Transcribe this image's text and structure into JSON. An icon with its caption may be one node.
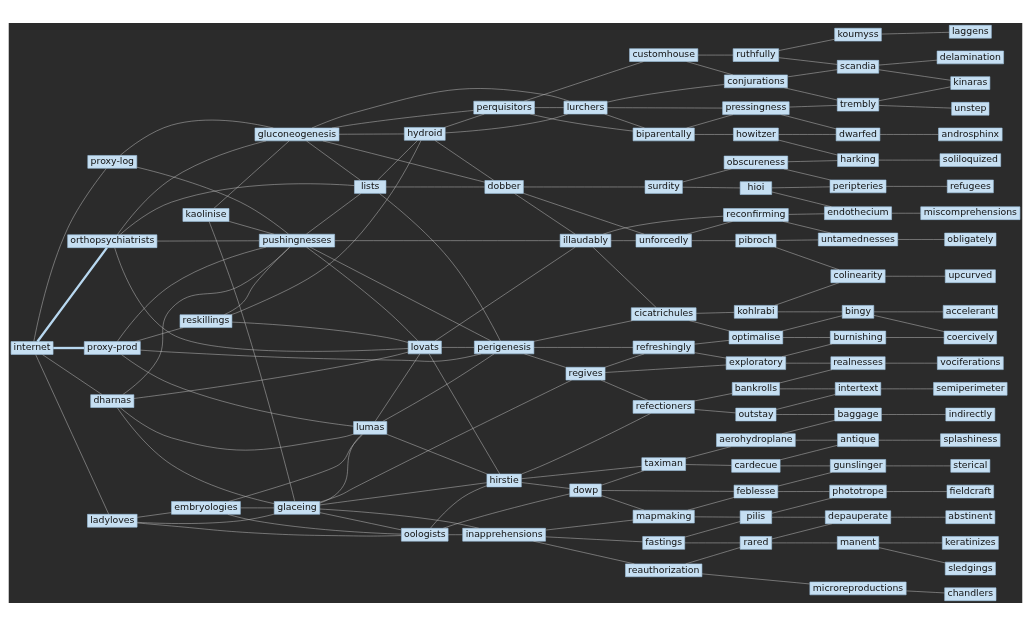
{
  "diagram": {
    "nodes": [
      {
        "text": [
          "internet"
        ]
      },
      {
        "text": [
          "proxy-log"
        ]
      },
      {
        "text": [
          "orthopsychiatrists"
        ]
      },
      {
        "text": [
          "proxy-prod"
        ]
      },
      {
        "text": [
          "dharnas"
        ]
      },
      {
        "text": [
          "ladyloves"
        ]
      },
      {
        "text": [
          "kaolinise"
        ]
      },
      {
        "text": [
          "reskillings"
        ]
      },
      {
        "text": [
          "embryologies"
        ]
      },
      {
        "text": [
          "gluconeogenesis"
        ]
      },
      {
        "text": [
          "pushingnesses"
        ]
      },
      {
        "text": [
          "glaceing"
        ]
      },
      {
        "text": [
          "lists"
        ]
      },
      {
        "text": [
          "lumas"
        ]
      },
      {
        "text": [
          "hydroid"
        ]
      },
      {
        "text": [
          "lovats"
        ]
      },
      {
        "text": [
          "oologists"
        ]
      },
      {
        "text": [
          "perquisitors"
        ]
      },
      {
        "text": [
          "dobber"
        ]
      },
      {
        "text": [
          "perigenesis"
        ]
      },
      {
        "text": [
          "hirstie"
        ]
      },
      {
        "text": [
          "inapprehensions"
        ]
      },
      {
        "text": [
          "lurchers"
        ]
      },
      {
        "text": [
          "illaudably"
        ]
      },
      {
        "text": [
          "regives"
        ]
      },
      {
        "text": [
          "dowp"
        ]
      },
      {
        "text": [
          "customhouse"
        ]
      },
      {
        "text": [
          "biparentally"
        ]
      },
      {
        "text": [
          "surdity"
        ]
      },
      {
        "text": [
          "unforcedly"
        ]
      },
      {
        "text": [
          "cicatrichules"
        ]
      },
      {
        "text": [
          "refreshingly"
        ]
      },
      {
        "text": [
          "refectioners"
        ]
      },
      {
        "text": [
          "taximan"
        ]
      },
      {
        "text": [
          "mapmaking"
        ]
      },
      {
        "text": [
          "fastings"
        ]
      },
      {
        "text": [
          "reauthorization"
        ]
      },
      {
        "text": [
          "ruthfully"
        ]
      },
      {
        "text": [
          "conjurations"
        ]
      },
      {
        "text": [
          "pressingness"
        ]
      },
      {
        "text": [
          "howitzer"
        ]
      },
      {
        "text": [
          "obscureness"
        ]
      },
      {
        "text": [
          "hioi"
        ]
      },
      {
        "text": [
          "reconfirming"
        ]
      },
      {
        "text": [
          "pibroch"
        ]
      },
      {
        "text": [
          "kohlrabi"
        ]
      },
      {
        "text": [
          "optimalise"
        ]
      },
      {
        "text": [
          "exploratory"
        ]
      },
      {
        "text": [
          "bankrolls"
        ]
      },
      {
        "text": [
          "outstay"
        ]
      },
      {
        "text": [
          "aerohydroplane"
        ]
      },
      {
        "text": [
          "cardecue"
        ]
      },
      {
        "text": [
          "feblesse"
        ]
      },
      {
        "text": [
          "pilis"
        ]
      },
      {
        "text": [
          "rared"
        ]
      },
      {
        "text": [
          "koumyss"
        ]
      },
      {
        "text": [
          "scandia"
        ]
      },
      {
        "text": [
          "trembly"
        ]
      },
      {
        "text": [
          "dwarfed"
        ]
      },
      {
        "text": [
          "harking"
        ]
      },
      {
        "text": [
          "peripteries"
        ]
      },
      {
        "text": [
          "endothecium"
        ]
      },
      {
        "text": [
          "untamednesses"
        ]
      },
      {
        "text": [
          "colinearity"
        ]
      },
      {
        "text": [
          "bingy"
        ]
      },
      {
        "text": [
          "burnishing"
        ]
      },
      {
        "text": [
          "realnesses"
        ]
      },
      {
        "text": [
          "intertext"
        ]
      },
      {
        "text": [
          "baggage"
        ]
      },
      {
        "text": [
          "antique"
        ]
      },
      {
        "text": [
          "gunslinger"
        ]
      },
      {
        "text": [
          "phototrope"
        ]
      },
      {
        "text": [
          "depauperate"
        ]
      },
      {
        "text": [
          "manent"
        ]
      },
      {
        "text": [
          "microreproductions"
        ]
      },
      {
        "text": [
          "laggens"
        ]
      },
      {
        "text": [
          "delamination"
        ]
      },
      {
        "text": [
          "kinaras"
        ]
      },
      {
        "text": [
          "unstep"
        ]
      },
      {
        "text": [
          "androsphinx"
        ]
      },
      {
        "text": [
          "soliloquized"
        ]
      },
      {
        "text": [
          "refugees"
        ]
      },
      {
        "text": [
          "miscomprehensions"
        ]
      },
      {
        "text": [
          "obligately"
        ]
      },
      {
        "text": [
          "upcurved"
        ]
      },
      {
        "text": [
          "accelerant"
        ]
      },
      {
        "text": [
          "coercively"
        ]
      },
      {
        "text": [
          "vociferations"
        ]
      },
      {
        "text": [
          "semiperimeter"
        ]
      },
      {
        "text": [
          "indirectly"
        ]
      },
      {
        "text": [
          "splashiness"
        ]
      },
      {
        "text": [
          "sterical"
        ]
      },
      {
        "text": [
          "fieldcraft"
        ]
      },
      {
        "text": [
          "abstinent"
        ]
      },
      {
        "text": [
          "keratinizes"
        ]
      },
      {
        "text": [
          "sledgings"
        ]
      },
      {
        "text": [
          "chandlers"
        ]
      }
    ],
    "edges": [
      {
        "from": 0,
        "to": 1,
        "arrow": "none"
      },
      {
        "from": 0,
        "to": 2,
        "arrow": "none",
        "style": "thick",
        "color": "#b8d8f0"
      },
      {
        "from": 0,
        "to": 3,
        "arrow": "none",
        "style": "thick",
        "color": "#b8d8f0"
      },
      {
        "from": 0,
        "to": 4,
        "arrow": "none"
      },
      {
        "from": 0,
        "to": 5,
        "arrow": "none"
      },
      {
        "from": 1,
        "to": 9,
        "arrow": "none"
      },
      {
        "from": 1,
        "to": 10,
        "arrow": "none"
      },
      {
        "from": 2,
        "to": 9,
        "arrow": "none"
      },
      {
        "from": 2,
        "to": 10,
        "arrow": "none"
      },
      {
        "from": 2,
        "to": 12,
        "arrow": "none"
      },
      {
        "from": 2,
        "to": 15,
        "arrow": "none"
      },
      {
        "from": 3,
        "to": 10,
        "arrow": "none"
      },
      {
        "from": 3,
        "to": 7,
        "arrow": "none"
      },
      {
        "from": 3,
        "to": 13,
        "arrow": "none"
      },
      {
        "from": 3,
        "to": 19,
        "arrow": "none"
      },
      {
        "from": 4,
        "to": 11,
        "arrow": "none"
      },
      {
        "from": 4,
        "to": 10,
        "arrow": "none"
      },
      {
        "from": 4,
        "to": 13,
        "arrow": "none"
      },
      {
        "from": 4,
        "to": 15,
        "arrow": "none"
      },
      {
        "from": 5,
        "to": 11,
        "arrow": "none"
      },
      {
        "from": 5,
        "to": 8,
        "arrow": "none"
      },
      {
        "from": 5,
        "to": 16,
        "arrow": "none"
      },
      {
        "from": 6,
        "to": 9,
        "arrow": "none"
      },
      {
        "from": 6,
        "to": 11,
        "arrow": "none"
      },
      {
        "from": 6,
        "to": 10,
        "arrow": "none"
      },
      {
        "from": 7,
        "to": 10,
        "arrow": "none"
      },
      {
        "from": 7,
        "to": 15,
        "arrow": "none"
      },
      {
        "from": 7,
        "to": 14,
        "arrow": "none"
      },
      {
        "from": 8,
        "to": 11,
        "arrow": "none"
      },
      {
        "from": 8,
        "to": 13,
        "arrow": "none"
      },
      {
        "from": 8,
        "to": 16,
        "arrow": "none"
      },
      {
        "from": 9,
        "to": 12,
        "arrow": "none"
      },
      {
        "from": 9,
        "to": 14,
        "arrow": "none"
      },
      {
        "from": 9,
        "to": 17,
        "arrow": "none"
      },
      {
        "from": 9,
        "to": 18,
        "arrow": "none"
      },
      {
        "from": 9,
        "to": 22,
        "arrow": "none"
      },
      {
        "from": 10,
        "to": 12,
        "arrow": "none"
      },
      {
        "from": 10,
        "to": 15,
        "arrow": "none"
      },
      {
        "from": 10,
        "to": 19,
        "arrow": "none"
      },
      {
        "from": 10,
        "to": 23,
        "arrow": "none"
      },
      {
        "from": 11,
        "to": 13,
        "arrow": "none"
      },
      {
        "from": 11,
        "to": 16,
        "arrow": "none"
      },
      {
        "from": 11,
        "to": 20,
        "arrow": "none"
      },
      {
        "from": 11,
        "to": 21,
        "arrow": "none"
      },
      {
        "from": 11,
        "to": 24,
        "arrow": "none"
      },
      {
        "from": 12,
        "to": 18,
        "arrow": "none"
      },
      {
        "from": 12,
        "to": 19,
        "arrow": "none"
      },
      {
        "from": 12,
        "to": 14,
        "arrow": "none"
      },
      {
        "from": 13,
        "to": 20,
        "arrow": "none"
      },
      {
        "from": 13,
        "to": 15,
        "arrow": "none"
      },
      {
        "from": 13,
        "to": 19,
        "arrow": "none"
      },
      {
        "from": 14,
        "to": 17,
        "arrow": "none"
      },
      {
        "from": 14,
        "to": 18,
        "arrow": "none"
      },
      {
        "from": 14,
        "to": 22,
        "arrow": "none"
      },
      {
        "from": 15,
        "to": 19,
        "arrow": "none"
      },
      {
        "from": 15,
        "to": 20,
        "arrow": "none"
      },
      {
        "from": 15,
        "to": 23,
        "arrow": "none"
      },
      {
        "from": 16,
        "to": 21,
        "arrow": "none"
      },
      {
        "from": 16,
        "to": 20,
        "arrow": "none"
      },
      {
        "from": 16,
        "to": 25,
        "arrow": "none"
      },
      {
        "from": 17,
        "to": 26,
        "arrow": "none"
      },
      {
        "from": 17,
        "to": 27,
        "arrow": "none"
      },
      {
        "from": 17,
        "to": 22,
        "arrow": "none"
      },
      {
        "from": 18,
        "to": 28,
        "arrow": "none"
      },
      {
        "from": 18,
        "to": 29,
        "arrow": "none"
      },
      {
        "from": 18,
        "to": 23,
        "arrow": "none"
      },
      {
        "from": 19,
        "to": 30,
        "arrow": "none"
      },
      {
        "from": 19,
        "to": 31,
        "arrow": "none"
      },
      {
        "from": 19,
        "to": 24,
        "arrow": "none"
      },
      {
        "from": 20,
        "to": 32,
        "arrow": "none"
      },
      {
        "from": 20,
        "to": 33,
        "arrow": "none"
      },
      {
        "from": 20,
        "to": 25,
        "arrow": "none"
      },
      {
        "from": 21,
        "to": 34,
        "arrow": "none"
      },
      {
        "from": 21,
        "to": 35,
        "arrow": "none"
      },
      {
        "from": 21,
        "to": 36,
        "arrow": "none"
      },
      {
        "from": 22,
        "to": 27,
        "arrow": "none"
      },
      {
        "from": 22,
        "to": 38,
        "arrow": "none"
      },
      {
        "from": 22,
        "to": 39,
        "arrow": "none"
      },
      {
        "from": 23,
        "to": 29,
        "arrow": "none"
      },
      {
        "from": 23,
        "to": 30,
        "arrow": "none"
      },
      {
        "from": 23,
        "to": 43,
        "arrow": "none"
      },
      {
        "from": 24,
        "to": 31,
        "arrow": "none"
      },
      {
        "from": 24,
        "to": 32,
        "arrow": "none"
      },
      {
        "from": 24,
        "to": 47,
        "arrow": "none"
      },
      {
        "from": 25,
        "to": 34,
        "arrow": "none"
      },
      {
        "from": 25,
        "to": 33,
        "arrow": "none"
      },
      {
        "from": 25,
        "to": 52,
        "arrow": "none"
      },
      {
        "from": 26,
        "to": 37,
        "arrow": "none"
      },
      {
        "from": 26,
        "to": 38,
        "arrow": "none"
      },
      {
        "from": 27,
        "to": 39,
        "arrow": "none"
      },
      {
        "from": 27,
        "to": 40,
        "arrow": "none"
      },
      {
        "from": 28,
        "to": 41,
        "arrow": "none"
      },
      {
        "from": 28,
        "to": 42,
        "arrow": "none"
      },
      {
        "from": 29,
        "to": 43,
        "arrow": "none"
      },
      {
        "from": 29,
        "to": 44,
        "arrow": "none"
      },
      {
        "from": 30,
        "to": 45,
        "arrow": "none"
      },
      {
        "from": 30,
        "to": 46,
        "arrow": "none"
      },
      {
        "from": 31,
        "to": 47,
        "arrow": "none"
      },
      {
        "from": 31,
        "to": 46,
        "arrow": "none"
      },
      {
        "from": 32,
        "to": 48,
        "arrow": "none"
      },
      {
        "from": 32,
        "to": 49,
        "arrow": "none"
      },
      {
        "from": 33,
        "to": 50,
        "arrow": "none"
      },
      {
        "from": 33,
        "to": 51,
        "arrow": "none"
      },
      {
        "from": 34,
        "to": 52,
        "arrow": "none"
      },
      {
        "from": 34,
        "to": 53,
        "arrow": "none"
      },
      {
        "from": 35,
        "to": 54,
        "arrow": "none"
      },
      {
        "from": 35,
        "to": 53,
        "arrow": "none"
      },
      {
        "from": 36,
        "to": 74,
        "arrow": "none"
      },
      {
        "from": 36,
        "to": 54,
        "arrow": "none"
      },
      {
        "from": 37,
        "to": 55,
        "arrow": "none"
      },
      {
        "from": 37,
        "to": 56,
        "arrow": "none"
      },
      {
        "from": 38,
        "to": 56,
        "arrow": "none"
      },
      {
        "from": 38,
        "to": 57,
        "arrow": "none"
      },
      {
        "from": 39,
        "to": 57,
        "arrow": "none"
      },
      {
        "from": 39,
        "to": 58,
        "arrow": "none"
      },
      {
        "from": 40,
        "to": 58,
        "arrow": "none"
      },
      {
        "from": 40,
        "to": 59,
        "arrow": "none"
      },
      {
        "from": 41,
        "to": 59,
        "arrow": "none"
      },
      {
        "from": 41,
        "to": 60,
        "arrow": "none"
      },
      {
        "from": 42,
        "to": 60,
        "arrow": "none"
      },
      {
        "from": 42,
        "to": 61,
        "arrow": "none"
      },
      {
        "from": 43,
        "to": 61,
        "arrow": "none"
      },
      {
        "from": 43,
        "to": 62,
        "arrow": "none"
      },
      {
        "from": 44,
        "to": 62,
        "arrow": "none"
      },
      {
        "from": 44,
        "to": 63,
        "arrow": "none"
      },
      {
        "from": 45,
        "to": 63,
        "arrow": "none"
      },
      {
        "from": 45,
        "to": 64,
        "arrow": "none"
      },
      {
        "from": 46,
        "to": 64,
        "arrow": "none"
      },
      {
        "from": 46,
        "to": 65,
        "arrow": "none"
      },
      {
        "from": 47,
        "to": 65,
        "arrow": "none"
      },
      {
        "from": 47,
        "to": 66,
        "arrow": "none"
      },
      {
        "from": 48,
        "to": 66,
        "arrow": "none"
      },
      {
        "from": 48,
        "to": 67,
        "arrow": "none"
      },
      {
        "from": 49,
        "to": 67,
        "arrow": "none"
      },
      {
        "from": 49,
        "to": 68,
        "arrow": "none"
      },
      {
        "from": 50,
        "to": 68,
        "arrow": "none"
      },
      {
        "from": 50,
        "to": 69,
        "arrow": "none"
      },
      {
        "from": 51,
        "to": 69,
        "arrow": "none"
      },
      {
        "from": 51,
        "to": 70,
        "arrow": "none"
      },
      {
        "from": 52,
        "to": 70,
        "arrow": "none"
      },
      {
        "from": 52,
        "to": 71,
        "arrow": "none"
      },
      {
        "from": 53,
        "to": 71,
        "arrow": "none"
      },
      {
        "from": 53,
        "to": 72,
        "arrow": "none"
      },
      {
        "from": 54,
        "to": 72,
        "arrow": "none"
      },
      {
        "from": 54,
        "to": 73,
        "arrow": "none"
      },
      {
        "from": 55,
        "to": 75,
        "arrow": "none"
      },
      {
        "from": 56,
        "to": 76,
        "arrow": "none"
      },
      {
        "from": 56,
        "to": 77,
        "arrow": "none"
      },
      {
        "from": 57,
        "to": 77,
        "arrow": "none"
      },
      {
        "from": 57,
        "to": 78,
        "arrow": "none"
      },
      {
        "from": 58,
        "to": 79,
        "arrow": "none"
      },
      {
        "from": 59,
        "to": 80,
        "arrow": "none"
      },
      {
        "from": 60,
        "to": 81,
        "arrow": "none"
      },
      {
        "from": 61,
        "to": 82,
        "arrow": "none"
      },
      {
        "from": 62,
        "to": 83,
        "arrow": "none"
      },
      {
        "from": 63,
        "to": 84,
        "arrow": "none"
      },
      {
        "from": 64,
        "to": 85,
        "arrow": "none"
      },
      {
        "from": 64,
        "to": 86,
        "arrow": "none"
      },
      {
        "from": 65,
        "to": 86,
        "arrow": "none"
      },
      {
        "from": 66,
        "to": 87,
        "arrow": "none"
      },
      {
        "from": 67,
        "to": 88,
        "arrow": "none"
      },
      {
        "from": 68,
        "to": 89,
        "arrow": "none"
      },
      {
        "from": 69,
        "to": 90,
        "arrow": "none"
      },
      {
        "from": 70,
        "to": 91,
        "arrow": "none"
      },
      {
        "from": 71,
        "to": 92,
        "arrow": "none"
      },
      {
        "from": 72,
        "to": 93,
        "arrow": "none"
      },
      {
        "from": 73,
        "to": 94,
        "arrow": "none"
      },
      {
        "from": 73,
        "to": 95,
        "arrow": "none"
      },
      {
        "from": 74,
        "to": 96,
        "arrow": "none"
      }
    ]
  }
}
